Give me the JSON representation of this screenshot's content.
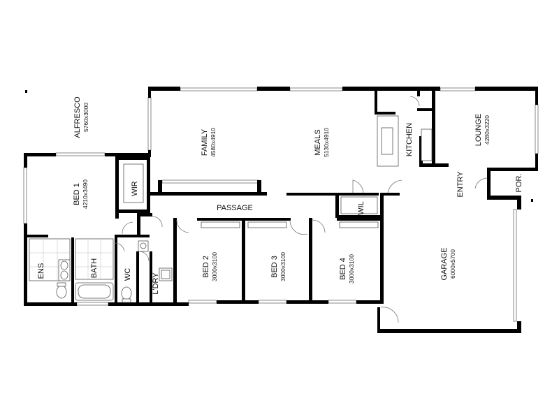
{
  "rooms": {
    "alfresco": {
      "name": "ALFRESCO",
      "size": "5760x3000"
    },
    "family": {
      "name": "FAMILY",
      "size": "4580x4910"
    },
    "meals": {
      "name": "MEALS",
      "size": "5130x4910"
    },
    "kitchen": {
      "name": "KITCHEN"
    },
    "lounge": {
      "name": "LOUNGE",
      "size": "4280x3220"
    },
    "entry": {
      "name": "ENTRY"
    },
    "porch": {
      "name": "POR."
    },
    "bed1": {
      "name": "BED 1",
      "size": "4210x3490"
    },
    "wir": {
      "name": "WIR"
    },
    "passage": {
      "name": "PASSAGE"
    },
    "wil": {
      "name": "WIL"
    },
    "ens": {
      "name": "ENS"
    },
    "bath": {
      "name": "BATH"
    },
    "wc": {
      "name": "WC"
    },
    "laundry": {
      "name": "L'DRY"
    },
    "bed2": {
      "name": "BED 2",
      "size": "3000x3100"
    },
    "bed3": {
      "name": "BED 3",
      "size": "3000x3100"
    },
    "bed4": {
      "name": "BED 4",
      "size": "3000x3100"
    },
    "garage": {
      "name": "GARAGE",
      "size": "6000x5700"
    }
  }
}
